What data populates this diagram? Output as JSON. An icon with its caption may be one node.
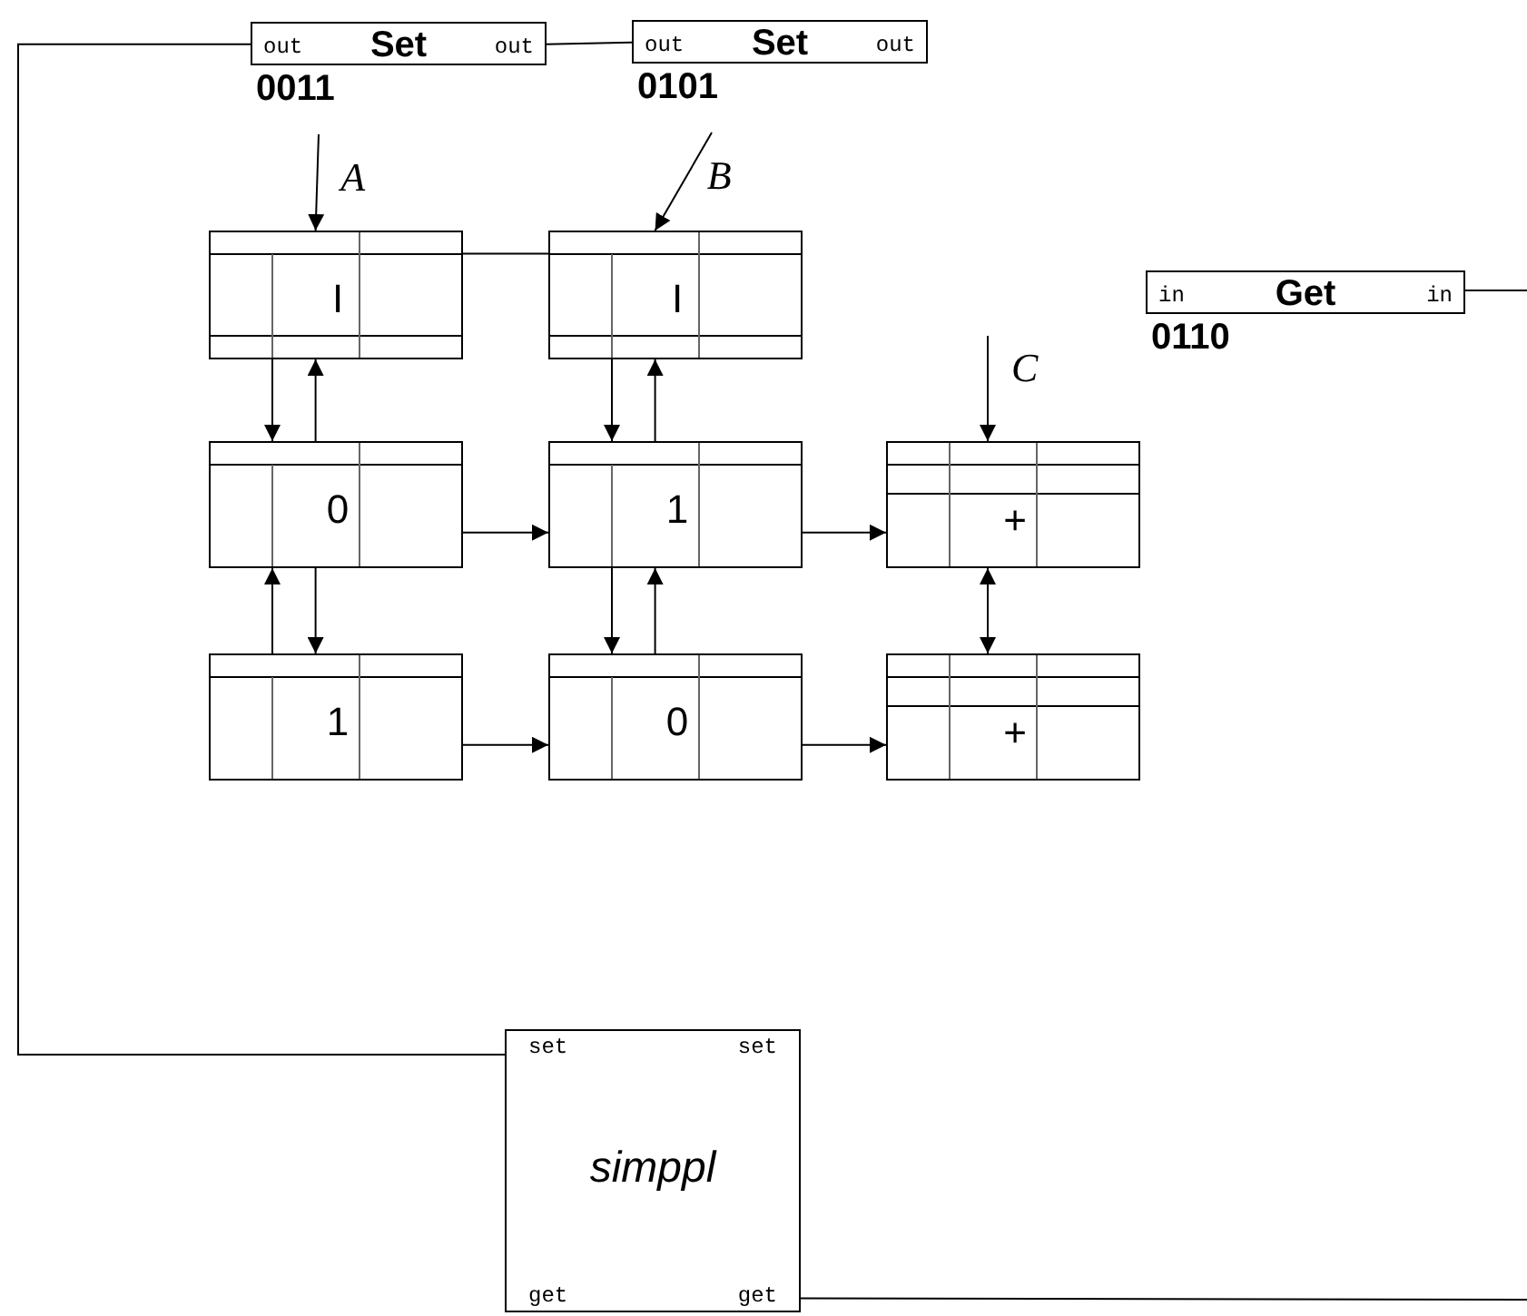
{
  "diagram": {
    "nodes": [
      {
        "text": [
          "out",
          "Set",
          "out"
        ],
        "beside": [
          "0011"
        ]
      },
      {
        "text": [
          "out",
          "Set",
          "out"
        ],
        "beside": [
          "0101"
        ]
      },
      {
        "text": [
          "in",
          "Get",
          "in"
        ],
        "beside": [
          "0110"
        ]
      },
      {
        "text": [
          "I"
        ]
      },
      {
        "text": [
          "I"
        ]
      },
      {
        "text": [
          "0"
        ]
      },
      {
        "text": [
          "1"
        ]
      },
      {
        "text": [
          "+"
        ]
      },
      {
        "text": [
          "1"
        ]
      },
      {
        "text": [
          "0"
        ]
      },
      {
        "text": [
          "+"
        ]
      },
      {
        "text": [
          "set",
          "set",
          "simppl",
          "get",
          "get"
        ]
      }
    ],
    "edges": [
      {
        "from": 0,
        "to": 11,
        "arrow": "none"
      },
      {
        "from": 0,
        "to": 1,
        "arrow": "none"
      },
      {
        "from": 0,
        "to": 3,
        "arrow": "to",
        "label": "A"
      },
      {
        "from": 1,
        "to": 4,
        "arrow": "to",
        "label": "B"
      },
      {
        "from": null,
        "to": 7,
        "arrow": "to",
        "label": "C"
      },
      {
        "from": 2,
        "to": null,
        "arrow": "none"
      },
      {
        "from": 11,
        "to": null,
        "arrow": "none"
      },
      {
        "from": 3,
        "to": 4,
        "arrow": "none"
      },
      {
        "from": 3,
        "to": 5,
        "arrow": "to"
      },
      {
        "from": 5,
        "to": 3,
        "arrow": "to"
      },
      {
        "from": 4,
        "to": 6,
        "arrow": "to"
      },
      {
        "from": 6,
        "to": 4,
        "arrow": "to"
      },
      {
        "from": 8,
        "to": 5,
        "arrow": "to"
      },
      {
        "from": 5,
        "to": 8,
        "arrow": "to"
      },
      {
        "from": 6,
        "to": 9,
        "arrow": "to"
      },
      {
        "from": 9,
        "to": 6,
        "arrow": "to"
      },
      {
        "from": 7,
        "to": 10,
        "arrow": "both"
      },
      {
        "from": 5,
        "to": 6,
        "arrow": "to"
      },
      {
        "from": 6,
        "to": 7,
        "arrow": "to"
      },
      {
        "from": 8,
        "to": 9,
        "arrow": "to"
      },
      {
        "from": 9,
        "to": 10,
        "arrow": "to"
      }
    ]
  }
}
